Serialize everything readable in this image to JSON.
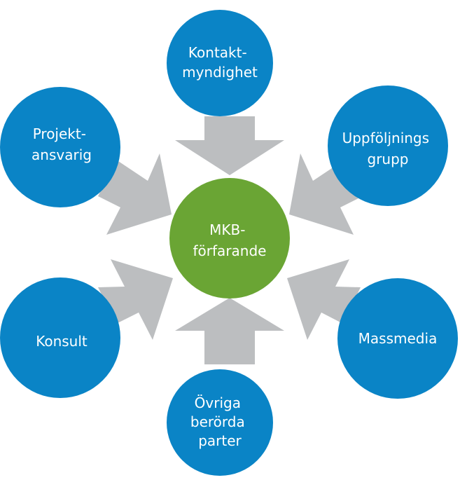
{
  "colors": {
    "outer_node": "#0a84c6",
    "center_node": "#6aa534",
    "arrow": "#bcbec0",
    "label": "#ffffff"
  },
  "center": {
    "lines": [
      "MKB-",
      "förfarande"
    ]
  },
  "nodes": [
    {
      "id": "kontaktmyndighet",
      "lines": [
        "Kontakt-",
        "myndighet"
      ]
    },
    {
      "id": "uppfoljningsgrupp",
      "lines": [
        "Uppföljnings",
        "grupp"
      ]
    },
    {
      "id": "massmedia",
      "lines": [
        "Massmedia"
      ]
    },
    {
      "id": "ovriga-berorda-parter",
      "lines": [
        "Övriga",
        "berörda",
        "parter"
      ]
    },
    {
      "id": "konsult",
      "lines": [
        "Konsult"
      ]
    },
    {
      "id": "projektansvarig",
      "lines": [
        "Projekt-",
        "ansvarig"
      ]
    }
  ]
}
